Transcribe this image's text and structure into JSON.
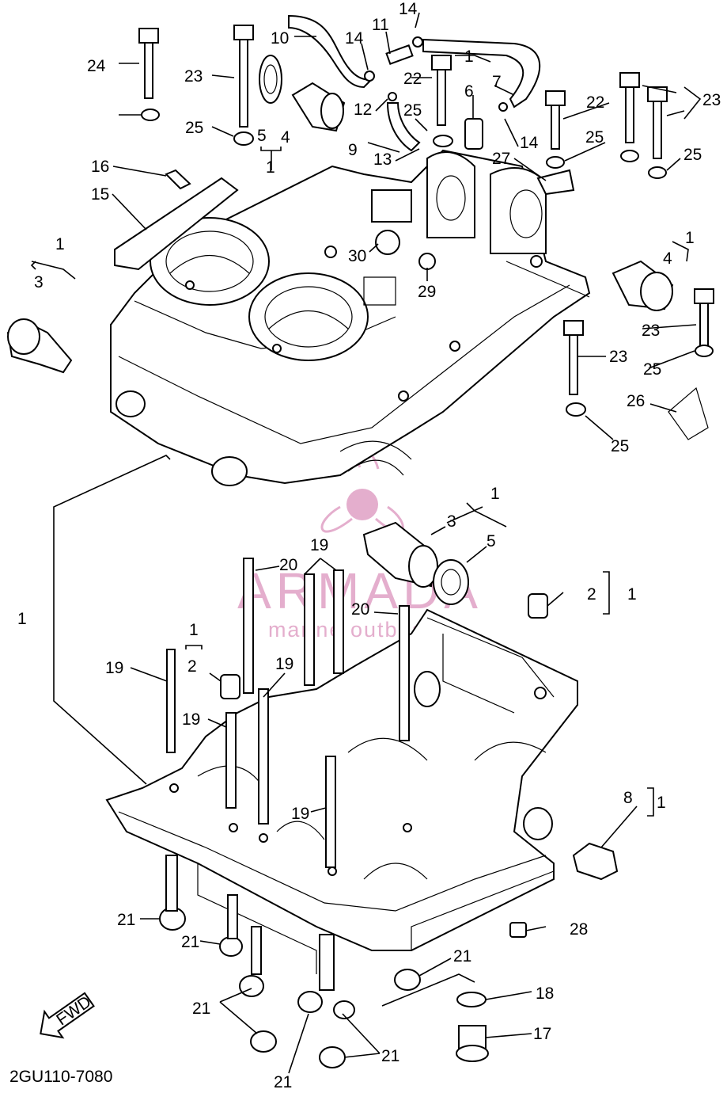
{
  "diagram": {
    "code": "2GU110-7080",
    "fwd": "FWD",
    "watermark": {
      "brand": "ARMADA",
      "tagline": "marine outboards",
      "color": "#e2a6c8"
    },
    "callouts": [
      {
        "text": "14"
      },
      {
        "text": "10"
      },
      {
        "text": "14"
      },
      {
        "text": "11"
      },
      {
        "text": "24"
      },
      {
        "text": "23"
      },
      {
        "text": "1"
      },
      {
        "text": "7"
      },
      {
        "text": "22"
      },
      {
        "text": "6"
      },
      {
        "text": "12"
      },
      {
        "text": "25"
      },
      {
        "text": "5"
      },
      {
        "text": "4"
      },
      {
        "text": "25"
      },
      {
        "text": "9"
      },
      {
        "text": "14"
      },
      {
        "text": "22"
      },
      {
        "text": "23"
      },
      {
        "text": "25"
      },
      {
        "text": "25"
      },
      {
        "text": "1"
      },
      {
        "text": "13"
      },
      {
        "text": "27"
      },
      {
        "text": "16"
      },
      {
        "text": "15"
      },
      {
        "text": "1"
      },
      {
        "text": "30"
      },
      {
        "text": "29"
      },
      {
        "text": "1"
      },
      {
        "text": "4"
      },
      {
        "text": "3"
      },
      {
        "text": "23"
      },
      {
        "text": "23"
      },
      {
        "text": "25"
      },
      {
        "text": "26"
      },
      {
        "text": "25"
      },
      {
        "text": "1"
      },
      {
        "text": "3"
      },
      {
        "text": "5"
      },
      {
        "text": "19"
      },
      {
        "text": "20"
      },
      {
        "text": "20"
      },
      {
        "text": "2"
      },
      {
        "text": "1"
      },
      {
        "text": "1"
      },
      {
        "text": "1"
      },
      {
        "text": "2"
      },
      {
        "text": "19"
      },
      {
        "text": "19"
      },
      {
        "text": "19"
      },
      {
        "text": "19"
      },
      {
        "text": "8"
      },
      {
        "text": "1"
      },
      {
        "text": "21"
      },
      {
        "text": "28"
      },
      {
        "text": "21"
      },
      {
        "text": "21"
      },
      {
        "text": "18"
      },
      {
        "text": "21"
      },
      {
        "text": "17"
      },
      {
        "text": "21"
      },
      {
        "text": "21"
      }
    ]
  }
}
